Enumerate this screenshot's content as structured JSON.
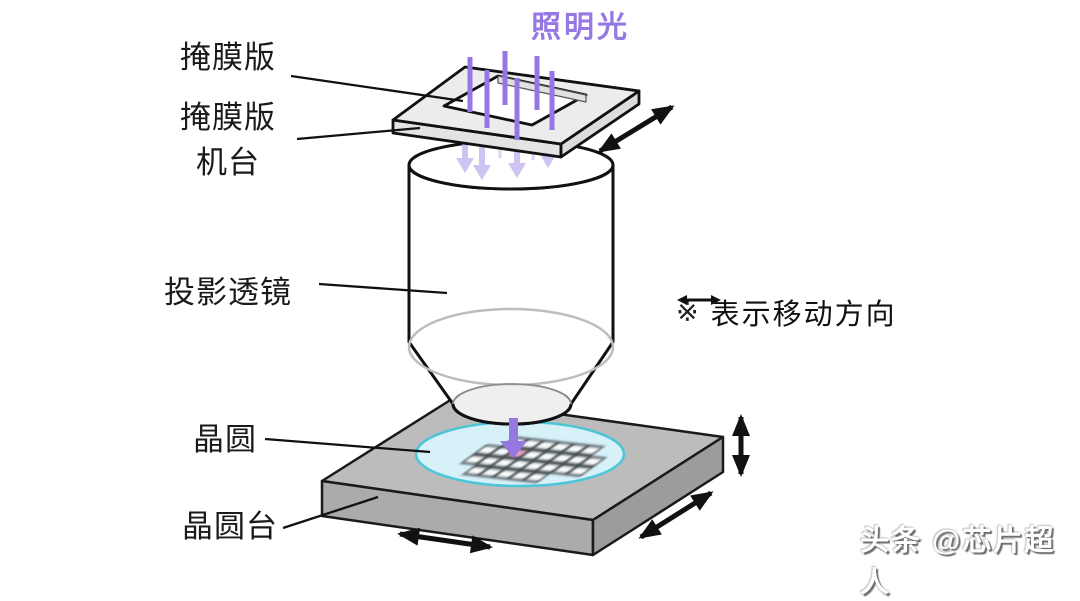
{
  "title": {
    "illumination": "照明光"
  },
  "diagram": {
    "labels": {
      "mask": "掩膜版",
      "mask_stage_line1": "掩膜版",
      "mask_stage_line2": "机台",
      "projection_lens": "投影透镜",
      "wafer": "晶圆",
      "wafer_stage": "晶圆台"
    },
    "note": {
      "symbol": "※",
      "text": "表示移动方向"
    }
  },
  "watermark": {
    "text": "头条 @芯片超人"
  },
  "colors": {
    "purple": "#9678E4",
    "purple_faded": "#C6B9F0",
    "pink_die": "#F29BC0",
    "wafer_fill": "#D7F1F9",
    "wafer_stroke": "#4EC5D7",
    "stage_top": "#BCBCBC",
    "stage_left": "#ABABAB",
    "stage_right": "#9C9C9C",
    "mask_fill": "#ECECEC",
    "outline": "#111111"
  }
}
